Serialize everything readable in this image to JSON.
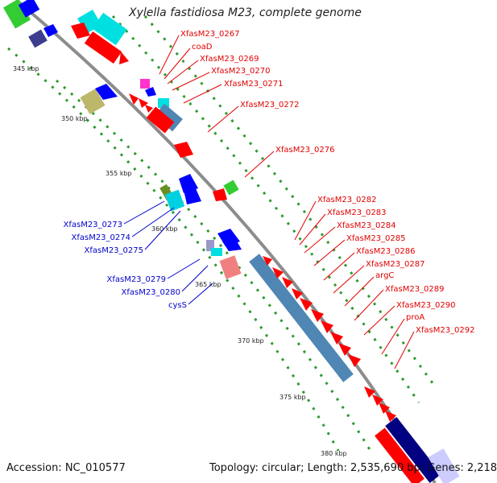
{
  "title": "Xylella fastidiosa M23, complete genome",
  "footer": {
    "accession": "Accession: NC_010577",
    "summary": "Topology: circular; Length: 2,535,690 bp; Genes: 2,218"
  },
  "colors": {
    "backbone": "#8c8c8c",
    "gc_skew": "#2e9a2e",
    "label_red": "#e00000",
    "label_blue": "#0000cc",
    "cds_red": "#ff0000",
    "cds_blue": "#0000ff",
    "cds_steel": "#4f86b4",
    "cds_cyan": "#00e0e0",
    "cds_navy": "#000080"
  },
  "kbp_ticks": [
    "345 kbp",
    "350 kbp",
    "355 kbp",
    "360 kbp",
    "365 kbp",
    "370 kbp",
    "375 kbp",
    "380 kbp"
  ],
  "gene_labels_right": [
    "XfasM23_0267",
    "coaD",
    "XfasM23_0269",
    "XfasM23_0270",
    "XfasM23_0271",
    "XfasM23_0272",
    "XfasM23_0276",
    "XfasM23_0282",
    "XfasM23_0283",
    "XfasM23_0284",
    "XfasM23_0285",
    "XfasM23_0286",
    "XfasM23_0287",
    "argC",
    "XfasM23_0289",
    "XfasM23_0290",
    "proA",
    "XfasM23_0292"
  ],
  "gene_labels_left": [
    "XfasM23_0273",
    "XfasM23_0274",
    "XfasM23_0275",
    "XfasM23_0279",
    "XfasM23_0280",
    "cysS"
  ]
}
